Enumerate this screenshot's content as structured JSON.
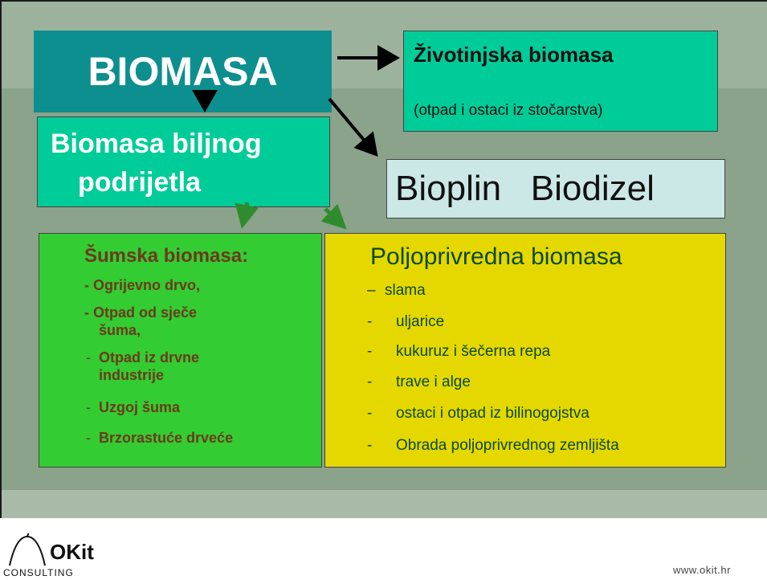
{
  "boxes": {
    "biomasa": "BIOMASA",
    "zivotinjska_title": "Životinjska biomasa",
    "zivotinjska_sub": "(otpad i ostaci iz stočarstva)",
    "biljnog_line1": "Biomasa biljnog",
    "biljnog_line2": "podrijetla",
    "bioplin": "Bioplin   Biodizel"
  },
  "sumska": {
    "title": "Šumska biomasa:",
    "items": [
      "- Ogrijevno drvo,",
      "- Otpad od sječe",
      "šuma,",
      "Otpad iz drvne",
      "industrije",
      "Uzgoj šuma",
      "Brzorastuće drveće"
    ],
    "dash": "-"
  },
  "poljoprivredna": {
    "title": "Poljoprivredna biomasa",
    "dashes": [
      "–",
      "-",
      "-",
      "-",
      "-",
      "-"
    ],
    "items": [
      "slama",
      "uljarice",
      "kukuruz i šečerna repa",
      "trave i alge",
      " ostaci i otpad iz bilinogojstva",
      "Obrada poljoprivrednog zemljišta"
    ]
  },
  "footer": {
    "logo_name": "OKit",
    "logo_sub": "CONSULTING",
    "url": "www.okit.hr"
  },
  "colors": {
    "teal": "#0d8f8f",
    "mint": "#00cc99",
    "green": "#33cc33",
    "yellow": "#e5d800",
    "light_cyan": "#cce8e6",
    "brown_text": "#6b3a1a",
    "arrow_black": "#000000",
    "arrow_green": "#2e8b2e"
  },
  "icons": [
    "logo-arch-icon"
  ]
}
